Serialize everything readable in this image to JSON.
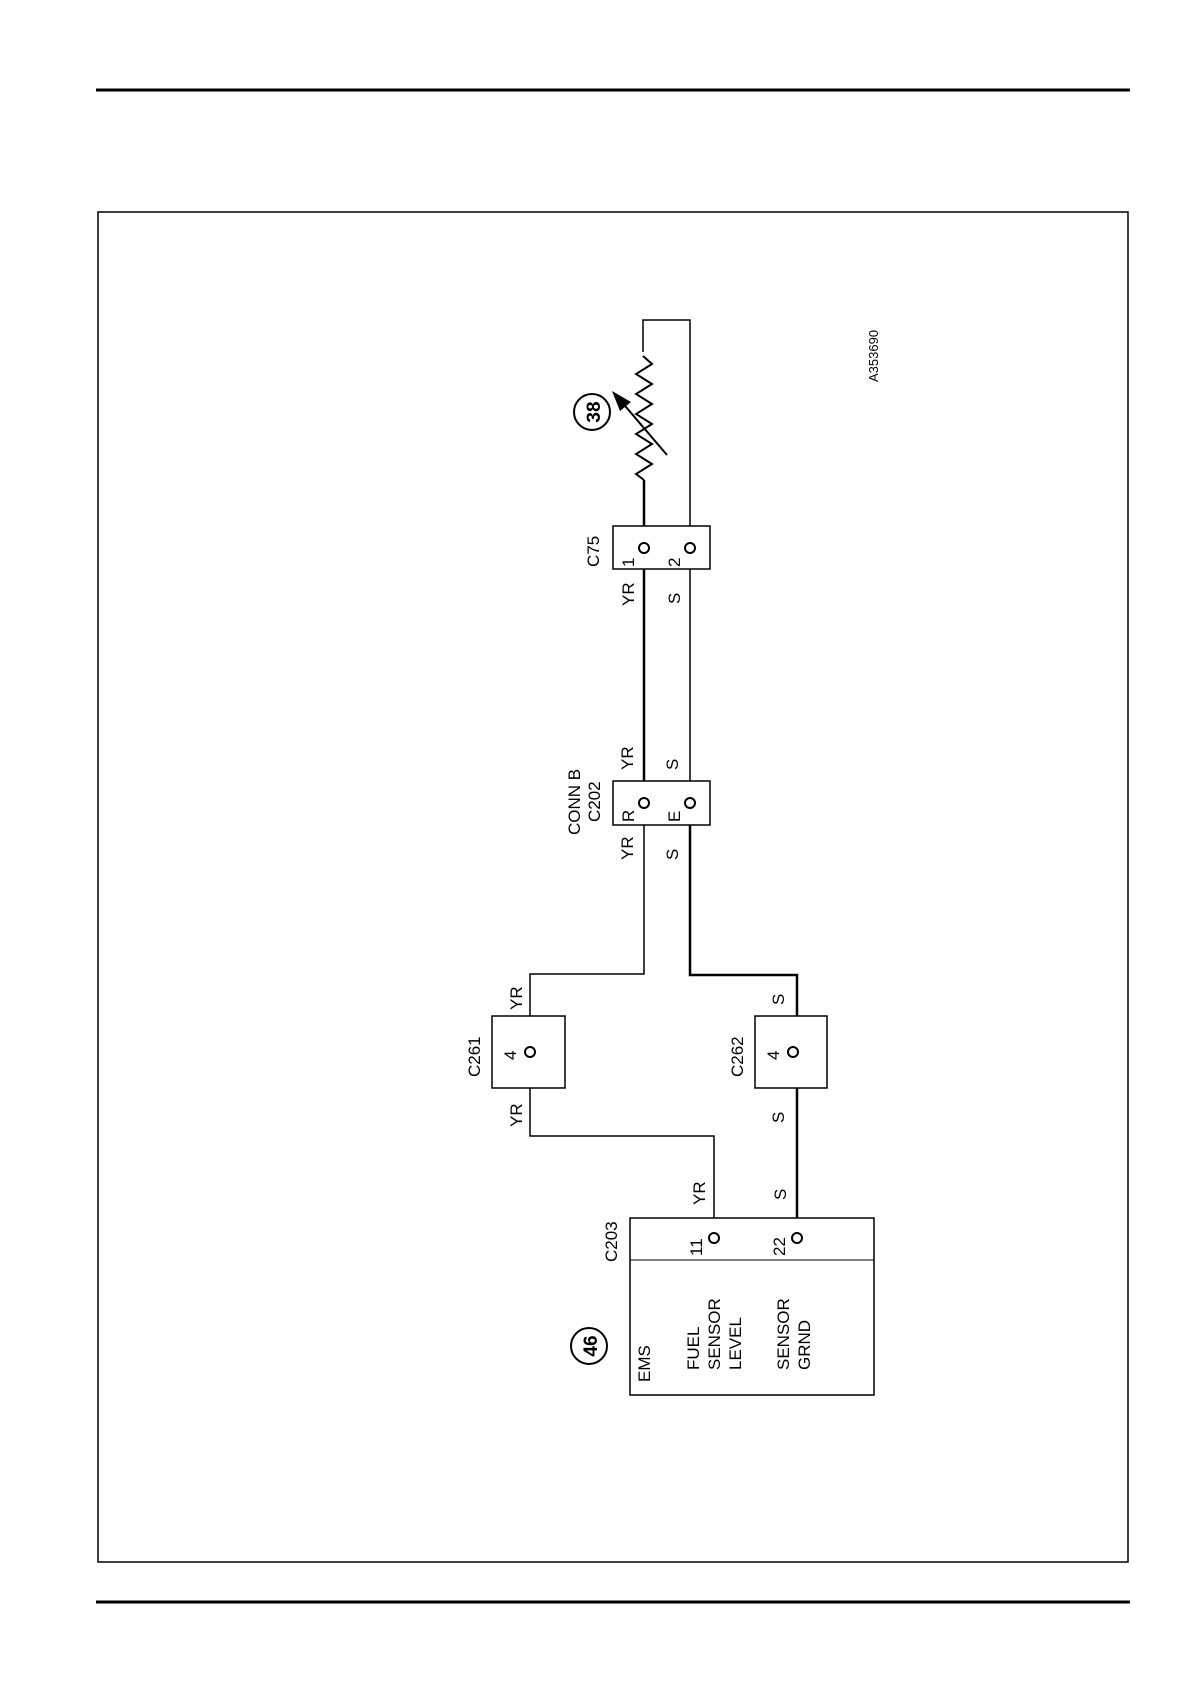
{
  "drawing_number": "A353690",
  "components": {
    "ems": {
      "ref_number": "46",
      "connector": "C203",
      "name": "EMS",
      "pins": [
        {
          "number": "11",
          "function_lines": [
            "FUEL",
            "SENSOR",
            "LEVEL"
          ],
          "wire_color": "YR"
        },
        {
          "number": "22",
          "function_lines": [
            "SENSOR",
            "GRND"
          ],
          "wire_color": "S"
        }
      ]
    },
    "fuel_sensor": {
      "ref_number": "38",
      "symbol": "variable-resistor"
    }
  },
  "connectors": {
    "c261": {
      "name": "C261",
      "pin": "4",
      "wire_in": "YR",
      "wire_out": "YR"
    },
    "c262": {
      "name": "C262",
      "pin": "4",
      "wire_in": "S",
      "wire_out": "S"
    },
    "c202": {
      "name_line1": "CONN B",
      "name_line2": "C202",
      "pin_r": "R",
      "pin_e": "E",
      "yr_in": "YR",
      "yr_out": "YR",
      "s_in": "S",
      "s_out": "S"
    },
    "c75": {
      "name": "C75",
      "pin1": "1",
      "pin2": "2",
      "wire1": "YR",
      "wire2": "S"
    }
  }
}
